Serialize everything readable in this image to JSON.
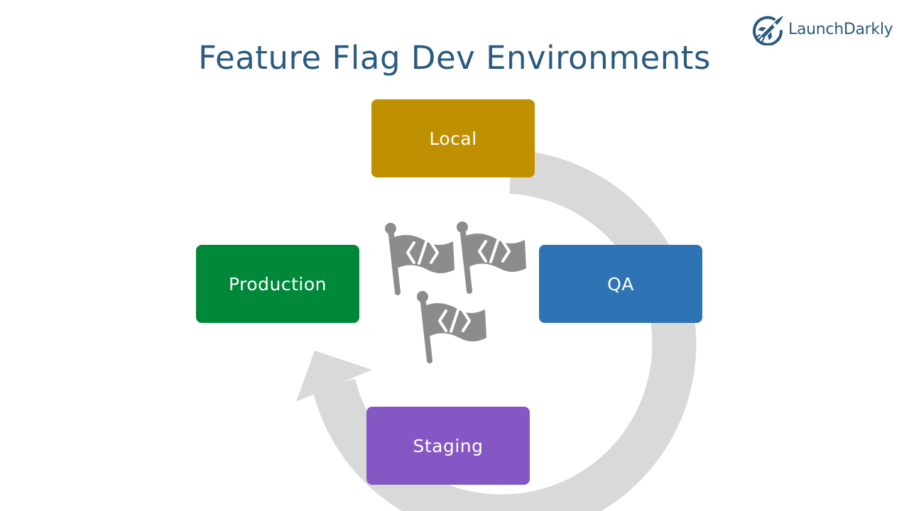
{
  "slide": {
    "title": "Feature Flag Dev Environments"
  },
  "logo": {
    "text": "LaunchDarkly",
    "icon": "rocket-icon",
    "color": "#2b5a80"
  },
  "cycle": {
    "arrow_color": "#d9d9d9",
    "direction": "clockwise",
    "environments": [
      {
        "label": "Local",
        "color": "#bf9000"
      },
      {
        "label": "QA",
        "color": "#2e74b5"
      },
      {
        "label": "Staging",
        "color": "#8557c4"
      },
      {
        "label": "Production",
        "color": "#00883a"
      }
    ]
  },
  "flags": {
    "icon": "code-flag-icon",
    "count": 3,
    "color": "#8c8c8c"
  }
}
